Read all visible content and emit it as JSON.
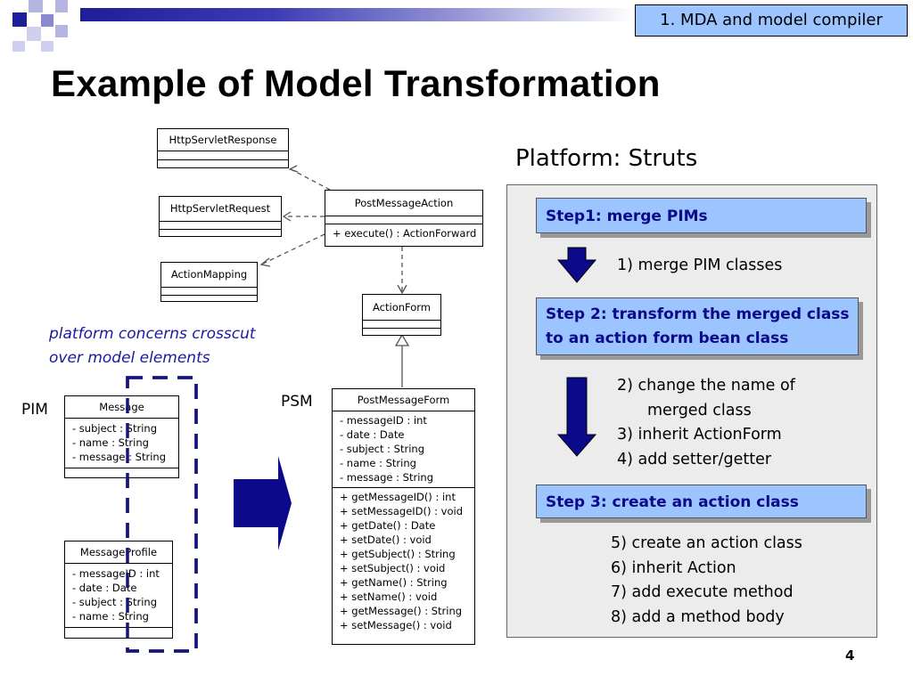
{
  "header": {
    "section_tag": "1. MDA and model compiler",
    "title": "Example of Model Transformation"
  },
  "diagram": {
    "classes": {
      "http_response": {
        "name": "HttpServletResponse"
      },
      "http_request": {
        "name": "HttpServletRequest"
      },
      "action_mapping": {
        "name": "ActionMapping"
      },
      "post_message_action": {
        "name": "PostMessageAction",
        "operations": [
          "+ execute() : ActionForward"
        ]
      },
      "action_form": {
        "name": "ActionForm"
      },
      "message": {
        "name": "Message",
        "attributes": [
          "- subject : String",
          "- name : String",
          "- message : String"
        ]
      },
      "message_profile": {
        "name": "MessageProfile",
        "attributes": [
          "- messageID : int",
          "- date : Date",
          "- subject : String",
          "- name : String"
        ]
      },
      "post_message_form": {
        "name": "PostMessageForm",
        "attributes": [
          "- messageID : int",
          "- date : Date",
          "- subject : String",
          "- name : String",
          "- message : String"
        ],
        "operations": [
          "+ getMessageID() : int",
          "+ setMessageID() : void",
          "+ getDate() : Date",
          "+ setDate() : void",
          "+ getSubject() : String",
          "+ setSubject() : void",
          "+ getName() : String",
          "+ setName() : void",
          "+ getMessage() : String",
          "+ setMessage() : void"
        ]
      }
    },
    "note_line1": "platform concerns crosscut",
    "note_line2": "over model elements",
    "pim_label": "PIM",
    "psm_label": "PSM"
  },
  "platform_label": "Platform: Struts",
  "steps": [
    {
      "label": "Step1: merge PIMs"
    },
    {
      "label_line1": "Step 2: transform the merged class",
      "label_line2": "to an action form bean class"
    },
    {
      "label": "Step 3: create an action class"
    }
  ],
  "step_details": {
    "s1": [
      "1) merge PIM classes"
    ],
    "s2": [
      "2) change the name of",
      "merged class",
      "3) inherit ActionForm",
      "4) add setter/getter"
    ],
    "s3": [
      "5) create an action class",
      "6) inherit Action",
      "7) add execute method",
      "8) add a method body"
    ]
  },
  "colors": {
    "accent_blue": "#9cc4ff",
    "arrow_navy": "#0a0a8a",
    "dash_navy": "#14147a"
  },
  "page_number": "4"
}
